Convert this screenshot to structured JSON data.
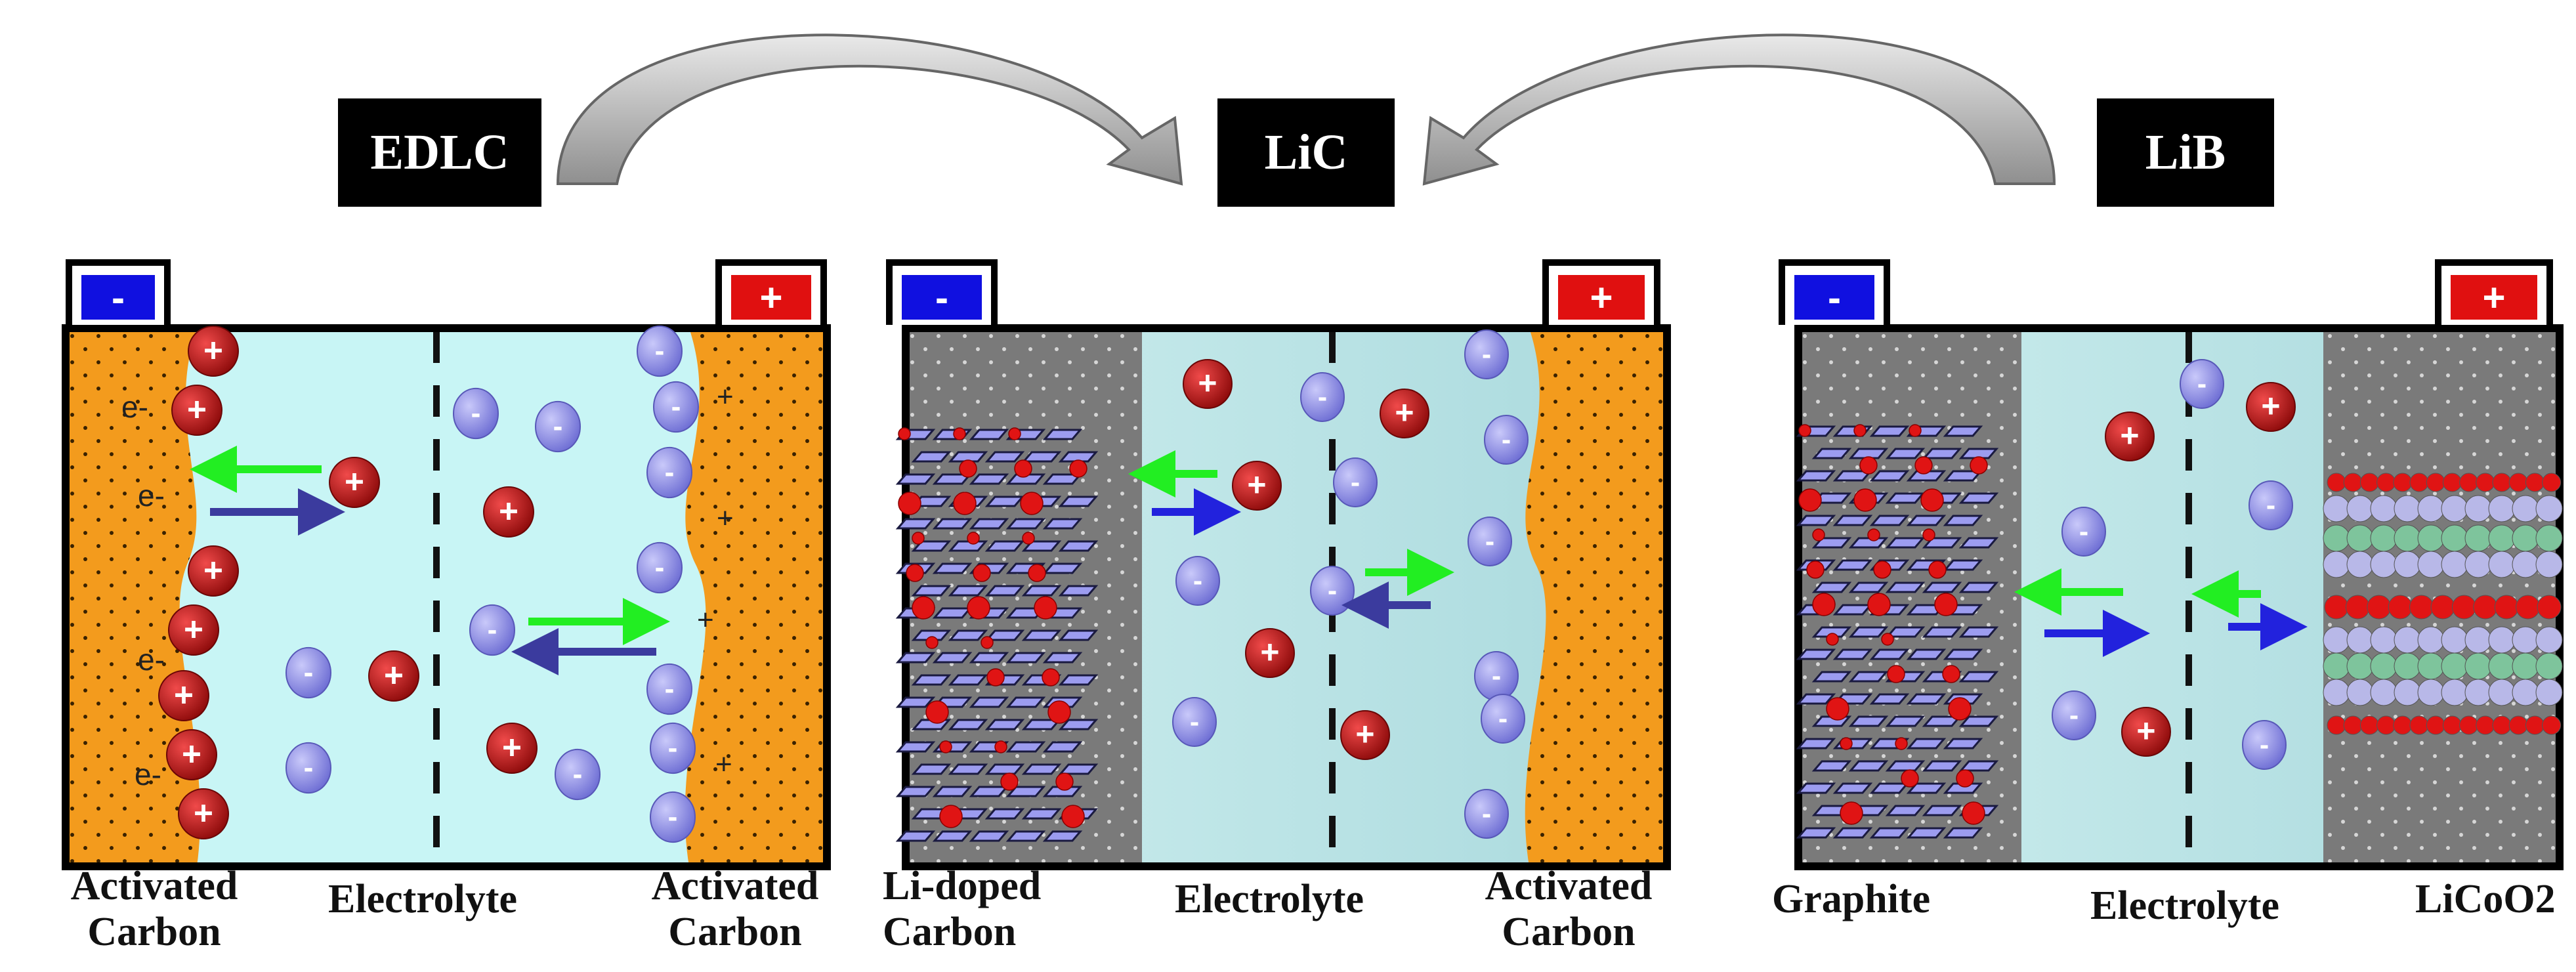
{
  "titles": {
    "edlc": "EDLC",
    "lic": "LiC",
    "lib": "LiB"
  },
  "terminals": {
    "negative": "-",
    "positive": "+"
  },
  "ion_symbols": {
    "cation": "+",
    "anion": "-"
  },
  "edlc": {
    "electron_label": "e-",
    "surface_charge": "+",
    "left_electrode": [
      "Activated",
      "Carbon"
    ],
    "electrolyte": "Electrolyte",
    "right_electrode": [
      "Activated",
      "Carbon"
    ]
  },
  "lic": {
    "left_electrode": [
      "Li-doped",
      "Carbon"
    ],
    "electrolyte": "Electrolyte",
    "right_electrode": [
      "Activated",
      "Carbon"
    ]
  },
  "lib": {
    "left_electrode": "Graphite",
    "electrolyte": "Electrolyte",
    "right_electrode": "LiCoO2"
  },
  "colors": {
    "negative_terminal": "#1010e0",
    "positive_terminal": "#e01010",
    "activated_carbon": "#f39b1d",
    "electrolyte": "#c8f5f5",
    "li_doped_carbon": "#7a7a7a",
    "cation": "#c41414",
    "anion": "#8e8ee6",
    "arrow_green": "#22ee22",
    "arrow_blue": "#2222dd"
  }
}
